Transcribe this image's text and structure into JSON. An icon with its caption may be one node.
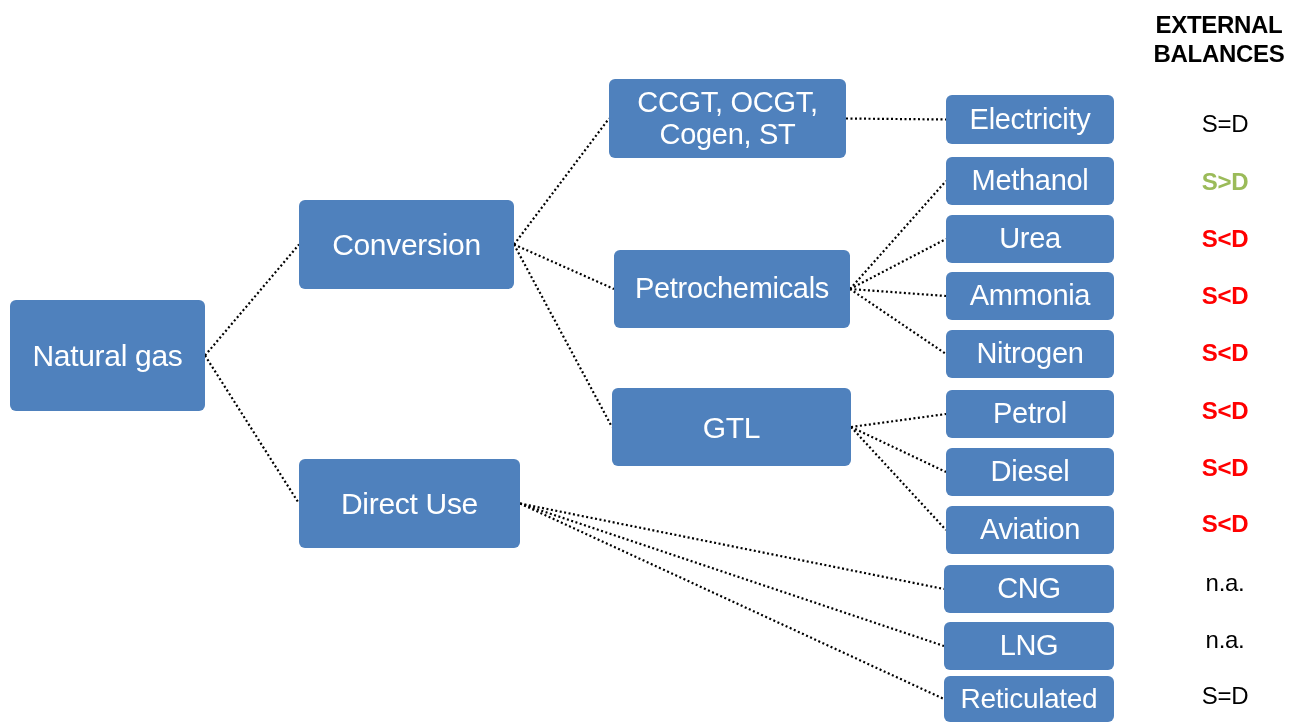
{
  "diagram": {
    "nodes": [
      {
        "text": [
          "Natural gas"
        ]
      },
      {
        "text": [
          "Conversion"
        ]
      },
      {
        "text": [
          "Direct Use"
        ]
      },
      {
        "text": [
          "CCGT, OCGT, Cogen, ST"
        ]
      },
      {
        "text": [
          "Petrochemicals"
        ]
      },
      {
        "text": [
          "GTL"
        ]
      },
      {
        "text": [
          "Electricity"
        ]
      },
      {
        "text": [
          "Methanol"
        ]
      },
      {
        "text": [
          "Urea"
        ]
      },
      {
        "text": [
          "Ammonia"
        ]
      },
      {
        "text": [
          "Nitrogen"
        ]
      },
      {
        "text": [
          "Petrol"
        ]
      },
      {
        "text": [
          "Diesel"
        ]
      },
      {
        "text": [
          "Aviation"
        ]
      },
      {
        "text": [
          "CNG"
        ]
      },
      {
        "text": [
          "LNG"
        ]
      },
      {
        "text": [
          "Reticulated"
        ]
      }
    ],
    "edges": [
      {
        "from": 0,
        "to": 1,
        "arrow": "none"
      },
      {
        "from": 0,
        "to": 2,
        "arrow": "none"
      },
      {
        "from": 1,
        "to": 3,
        "arrow": "none"
      },
      {
        "from": 1,
        "to": 4,
        "arrow": "none"
      },
      {
        "from": 1,
        "to": 5,
        "arrow": "none"
      },
      {
        "from": 3,
        "to": 6,
        "arrow": "none"
      },
      {
        "from": 4,
        "to": 7,
        "arrow": "none"
      },
      {
        "from": 4,
        "to": 8,
        "arrow": "none"
      },
      {
        "from": 4,
        "to": 9,
        "arrow": "none"
      },
      {
        "from": 4,
        "to": 10,
        "arrow": "none"
      },
      {
        "from": 5,
        "to": 11,
        "arrow": "none"
      },
      {
        "from": 5,
        "to": 12,
        "arrow": "none"
      },
      {
        "from": 5,
        "to": 13,
        "arrow": "none"
      },
      {
        "from": 2,
        "to": 14,
        "arrow": "none"
      },
      {
        "from": 2,
        "to": 15,
        "arrow": "none"
      },
      {
        "from": 2,
        "to": 16,
        "arrow": "none"
      }
    ],
    "labels": [
      "EXTERNAL BALANCES",
      "S=D",
      "S>D",
      "S<D",
      "S<D",
      "S<D",
      "S<D",
      "S<D",
      "S<D",
      "n.a.",
      "n.a.",
      "S=D"
    ]
  }
}
